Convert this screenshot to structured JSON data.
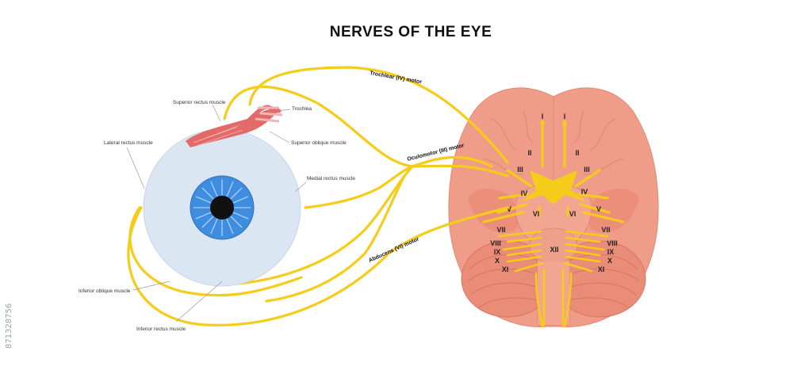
{
  "title": "NERVES OF THE EYE",
  "watermark_id": "871328756",
  "labels": {
    "superior_rectus": "Superior rectus muscle",
    "trochlea": "Trochlea",
    "superior_oblique": "Superior oblique muscle",
    "lateral_rectus": "Lateral rectus muscle",
    "medial_rectus": "Medial rectus muscle",
    "inferior_oblique": "Inferior oblique muscle",
    "inferior_rectus": "Inferior rectus muscle"
  },
  "nerves": {
    "trochlear": "Trochlear (IV) motor",
    "oculomotor": "Oculomotor (III) motor",
    "abducens": "Abducens (VI) motor"
  },
  "cranial_nerves": {
    "I_left": "I",
    "I_right": "I",
    "II_left": "II",
    "II_right": "II",
    "III_left": "III",
    "III_right": "III",
    "IV_left": "IV",
    "IV_right": "IV",
    "V_left": "V",
    "V_right": "V",
    "VI_left": "VI",
    "VI_right": "VI",
    "VII_left": "VII",
    "VII_right": "VII",
    "VIII_left": "VIII",
    "VIII_right": "VIII",
    "IX_left": "IX",
    "IX_right": "IX",
    "X_left": "X",
    "X_right": "X",
    "XI_left": "XI",
    "XI_right": "XI",
    "XII": "XII"
  },
  "colors": {
    "nerve": "#f6cc1a",
    "brain": "#ef9c88",
    "brain_dark": "#e2806c",
    "eyeball": "#dbe6f3",
    "iris": "#3f8de0",
    "muscle": "#e46a6a"
  }
}
